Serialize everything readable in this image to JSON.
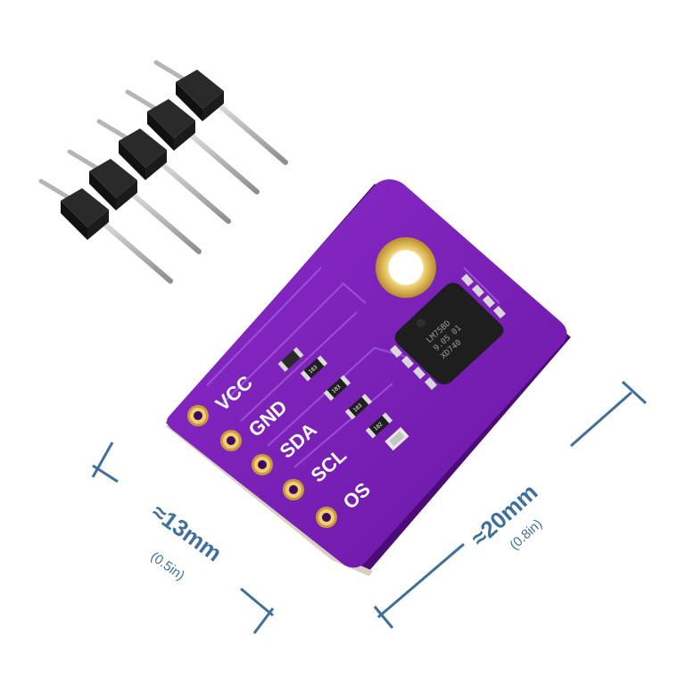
{
  "pin_labels": [
    "VCC",
    "GND",
    "SDA",
    "SCL",
    "OS"
  ],
  "chip_marking": {
    "line1": "LM75BD",
    "line2": "9.05 01",
    "line3": "XD740"
  },
  "smd_markings": [
    "103",
    "103",
    "103",
    "102"
  ],
  "dimensions": {
    "width": {
      "label": "≈13mm",
      "sub": "(0.5in)"
    },
    "length": {
      "label": "≈20mm",
      "sub": "(0.8in)"
    }
  },
  "colors": {
    "board": "#7d1fb6",
    "board_edge": "#5a0f8c",
    "gold": "#e0b85a",
    "dimension": "#3f6f9c",
    "header_plastic": "#1b1b1b",
    "pin_metal": "#c8c8c8"
  }
}
